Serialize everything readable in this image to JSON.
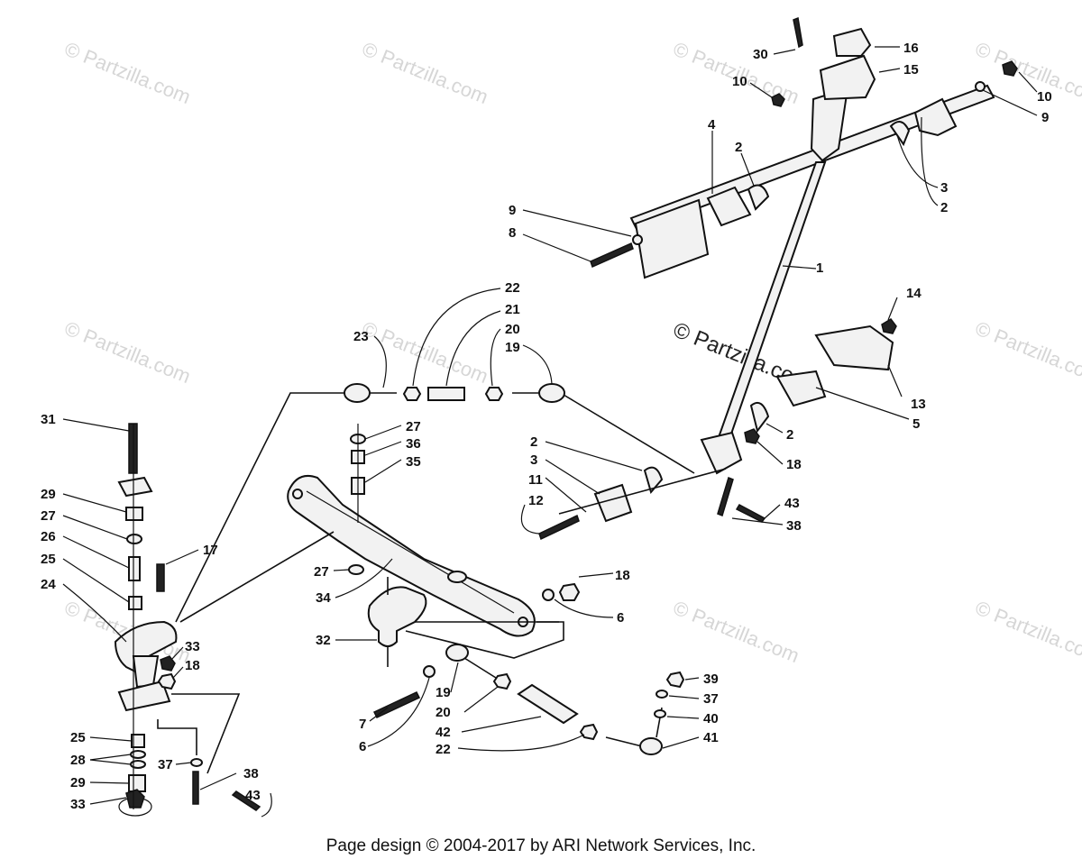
{
  "watermark": "© Partzilla.com",
  "footer": "Page design © 2004-2017 by ARI Network Services, Inc.",
  "callouts": {
    "n1": "1",
    "n2": "2",
    "n3": "3",
    "n4": "4",
    "n5": "5",
    "n6": "6",
    "n7": "7",
    "n8": "8",
    "n9": "9",
    "n10": "10",
    "n11": "11",
    "n12": "12",
    "n13": "13",
    "n14": "14",
    "n15": "15",
    "n16": "16",
    "n17": "17",
    "n18": "18",
    "n19": "19",
    "n20": "20",
    "n21": "21",
    "n22": "22",
    "n23": "23",
    "n24": "24",
    "n25": "25",
    "n26": "26",
    "n27": "27",
    "n28": "28",
    "n29": "29",
    "n30": "30",
    "n31": "31",
    "n32": "32",
    "n33": "33",
    "n34": "34",
    "n35": "35",
    "n36": "36",
    "n37": "37",
    "n38": "38",
    "n39": "39",
    "n40": "40",
    "n41": "41",
    "n42": "42",
    "n43": "43"
  }
}
